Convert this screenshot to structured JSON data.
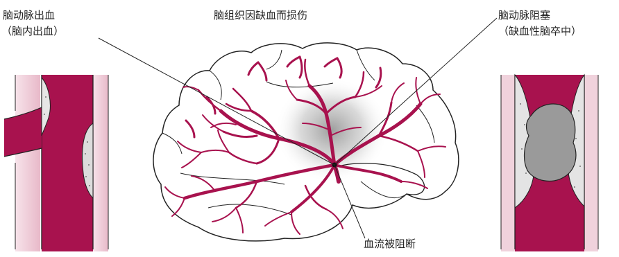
{
  "labels": {
    "hemorrhage_title": "脑动脉出血",
    "hemorrhage_sub": "（脑内出血）",
    "center_title": "脑组织因缺血而损伤",
    "ischemic_title": "脑动脉阻塞",
    "ischemic_sub": "（缺血性脑卒中）",
    "blocked_flow": "血流被阻断"
  },
  "colors": {
    "vessel": "#a8124e",
    "vessel_pale": "#eecbd6",
    "clot": "#9a9a9a",
    "plaque": "#d6d6d6",
    "outline": "#222222"
  }
}
